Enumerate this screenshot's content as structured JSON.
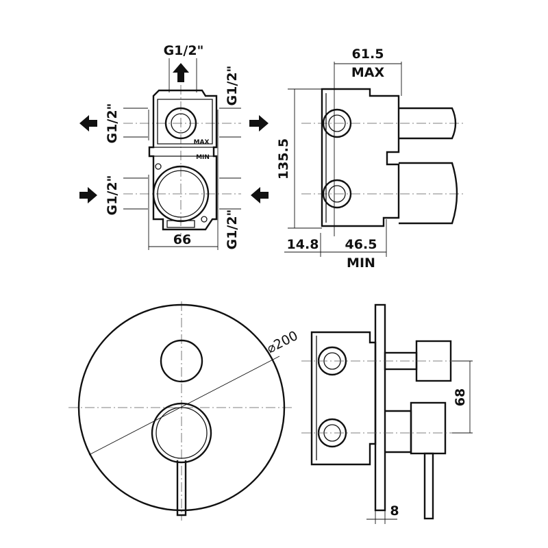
{
  "colors": {
    "line": "#111111",
    "background": "#ffffff"
  },
  "labels": {
    "inlet_top": "G1/2\"",
    "outlet_right_top": "G1/2\"",
    "outlet_left": "G1/2\"",
    "inlet_left": "G1/2\"",
    "outlet_right_bottom": "G1/2\"",
    "width": "66",
    "depth_max_value": "61.5",
    "depth_max_label": "MAX",
    "height": "135.5",
    "offset": "14.8",
    "depth_min_value": "46.5",
    "depth_min_label": "MIN",
    "plate_diameter": "⌀200",
    "spout_spacing": "68",
    "plate_thickness": "8",
    "body_max_mark": "MAX",
    "body_min_mark": "MIN"
  }
}
